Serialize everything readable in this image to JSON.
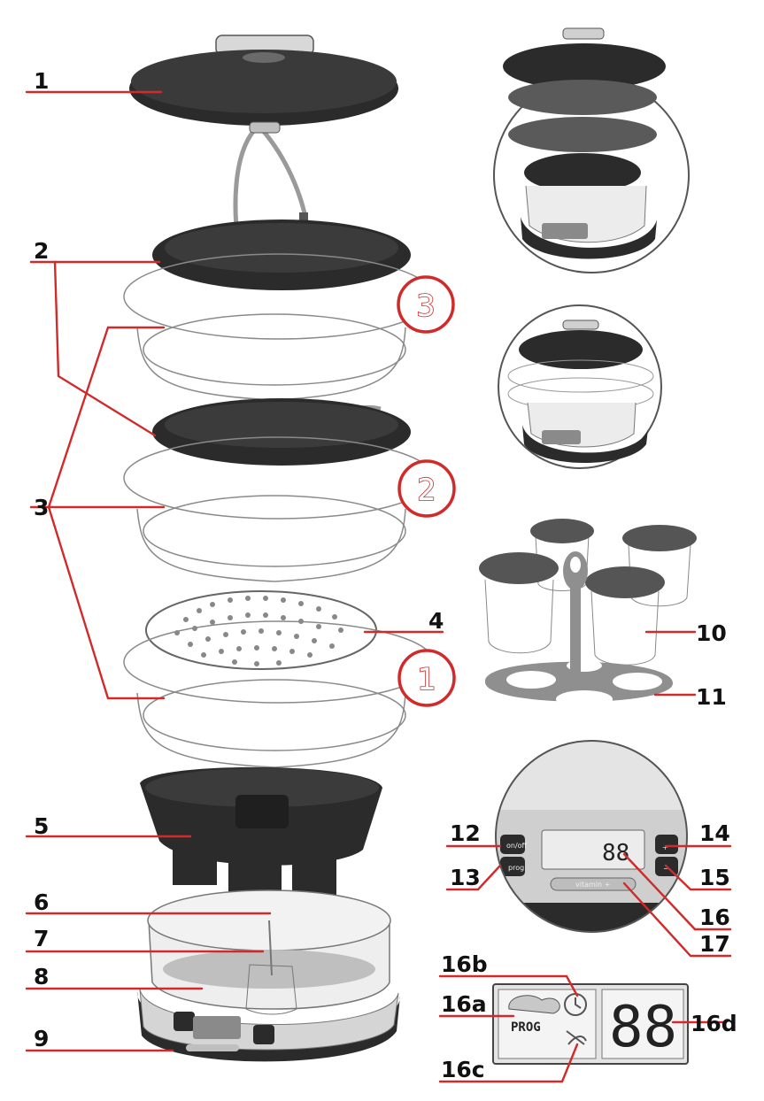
{
  "callouts": {
    "c1": "1",
    "c2": "2",
    "c3": "3",
    "c4": "4",
    "c5": "5",
    "c6": "6",
    "c7": "7",
    "c8": "8",
    "c9": "9",
    "c10": "10",
    "c11": "11",
    "c12": "12",
    "c13": "13",
    "c14": "14",
    "c15": "15",
    "c16": "16",
    "c17": "17",
    "c16a": "16a",
    "c16b": "16b",
    "c16c": "16c",
    "c16d": "16d"
  },
  "tier_numbers": {
    "t1": "1",
    "t2": "2",
    "t3": "3"
  },
  "control_panel": {
    "on_off_label": "on/off",
    "prog_label": "prog",
    "plus_label": "+",
    "minus_label": "−",
    "vitamin_label": "vitamin +",
    "display_digits": "88",
    "prog_text": "PROG"
  },
  "colors": {
    "accent": "#d12a2a",
    "dark": "#2b2b2b",
    "outline": "#888888"
  }
}
